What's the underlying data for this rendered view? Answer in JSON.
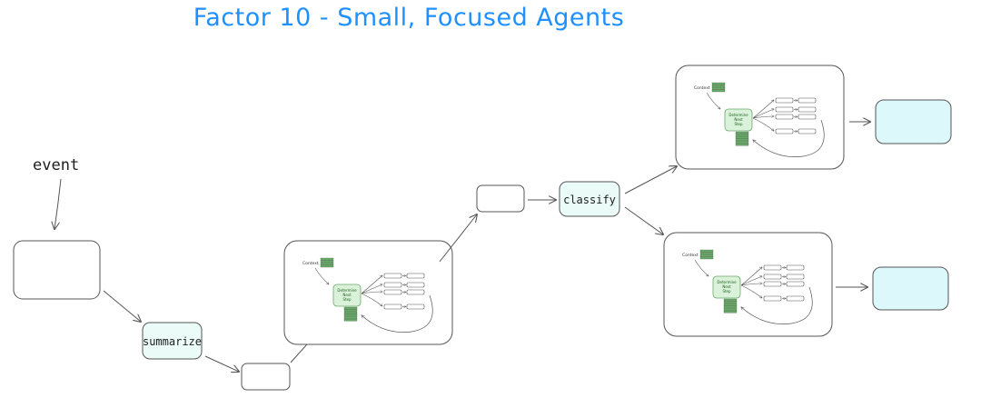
{
  "title": "Factor 10 - Small, Focused Agents",
  "event_label": "event",
  "summarize_label": "summarize",
  "classify_label": "classify",
  "agent": {
    "context_label": "Context",
    "determine_line1": "Determine",
    "determine_line2": "Next",
    "determine_line3": "Step"
  },
  "colors": {
    "title": "#1e90ff",
    "step_fill": "#ebfbf8",
    "step_stroke": "#2f7d4a",
    "output_fill": "#dcf8fb",
    "agent_green": "#6aa96a",
    "determine_fill": "#d9f2d9",
    "line": "#555555"
  }
}
